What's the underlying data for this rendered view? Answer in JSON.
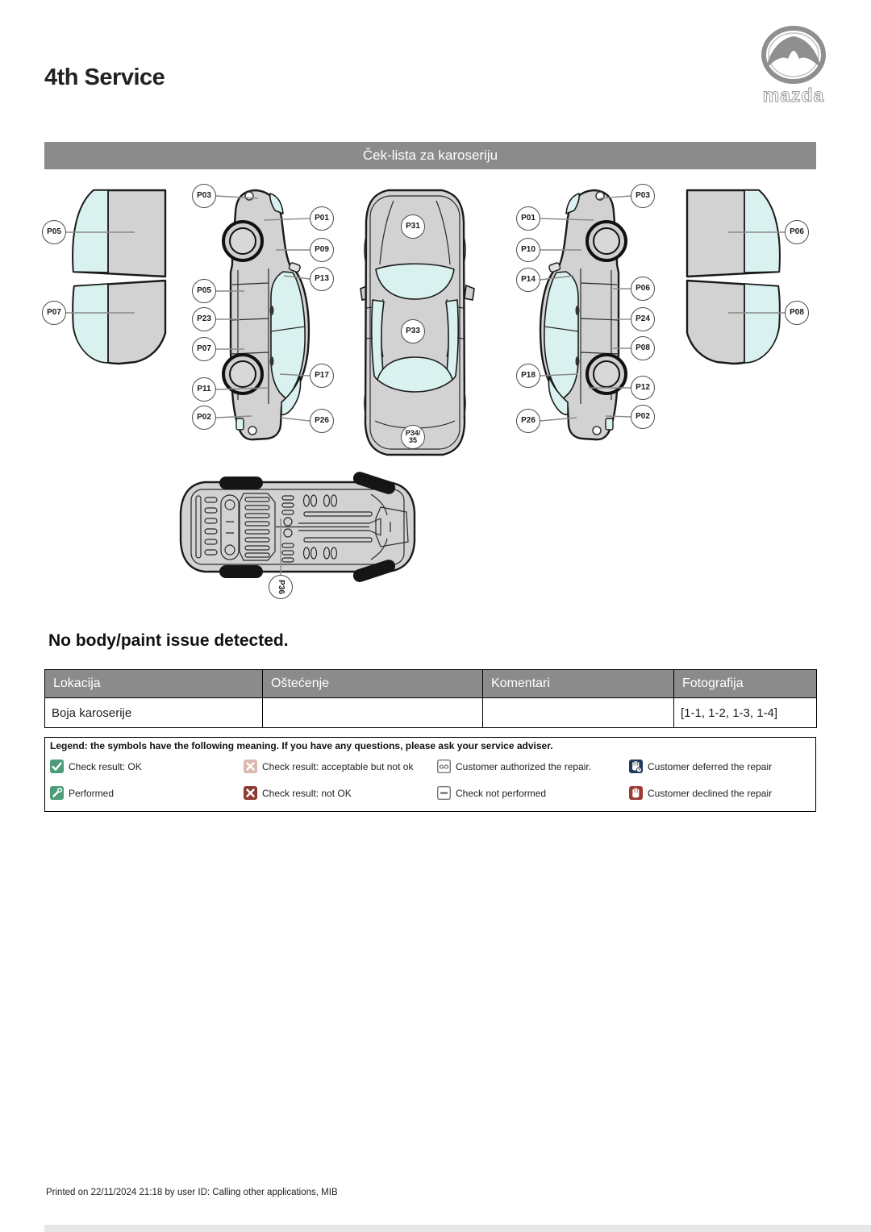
{
  "header": {
    "title": "4th Service",
    "logo_brand": "mazda",
    "logo_wordmark": "mazda"
  },
  "banner": {
    "title": "Ček-lista za karoseriju"
  },
  "diagram": {
    "left_doors": [
      "P05",
      "P07"
    ],
    "left_car": {
      "left": [
        "P03",
        "P05",
        "P23",
        "P07",
        "P11",
        "P02"
      ],
      "right": [
        "P01",
        "P09",
        "P13",
        "P17",
        "P26"
      ]
    },
    "top_view": [
      "P31",
      "P33",
      "P34/\n35"
    ],
    "right_car": {
      "left": [
        "P01",
        "P10",
        "P14",
        "P18",
        "P26"
      ],
      "right": [
        "P03",
        "P06",
        "P24",
        "P08",
        "P12",
        "P02"
      ]
    },
    "right_doors": [
      "P06",
      "P08"
    ],
    "bottom_view": [
      "P36"
    ]
  },
  "result": {
    "heading": "No body/paint issue detected."
  },
  "table": {
    "headers": [
      "Lokacija",
      "Oštećenje",
      "Komentari",
      "Fotografija"
    ],
    "rows": [
      [
        "Boja karoserije",
        "",
        "",
        "[1-1, 1-2, 1-3, 1-4]"
      ]
    ]
  },
  "legend": {
    "title": "Legend: the symbols have the following meaning. If you have any questions, please ask your service adviser.",
    "items": [
      {
        "icon": "check-ok-icon",
        "label": "Check result: OK"
      },
      {
        "icon": "check-acceptable-icon",
        "label": "Check result: acceptable but not ok"
      },
      {
        "icon": "authorized-go-icon",
        "label": "Customer authorized the repair.",
        "glyph": "GO"
      },
      {
        "icon": "deferred-hand-icon",
        "label": "Customer deferred the repair"
      },
      {
        "icon": "performed-wrench-icon",
        "label": "Performed"
      },
      {
        "icon": "check-not-ok-icon",
        "label": "Check result: not OK"
      },
      {
        "icon": "not-performed-icon",
        "label": "Check not performed"
      },
      {
        "icon": "declined-hand-icon",
        "label": "Customer declined the repair"
      }
    ]
  },
  "footer": {
    "printed": "Printed on 22/11/2024 21:18 by user ID: Calling other applications, MIB"
  },
  "colors": {
    "banner_gray": "#8b8b8b",
    "ok_green": "#4d9b78",
    "acceptable_pink": "#dcb9b0",
    "not_ok_red": "#8e3b34",
    "deferred_navy": "#20395c",
    "declined_red": "#9c3c33",
    "car_body_gray": "#d2d2d2",
    "glass_cyan": "#d9f2f0"
  }
}
